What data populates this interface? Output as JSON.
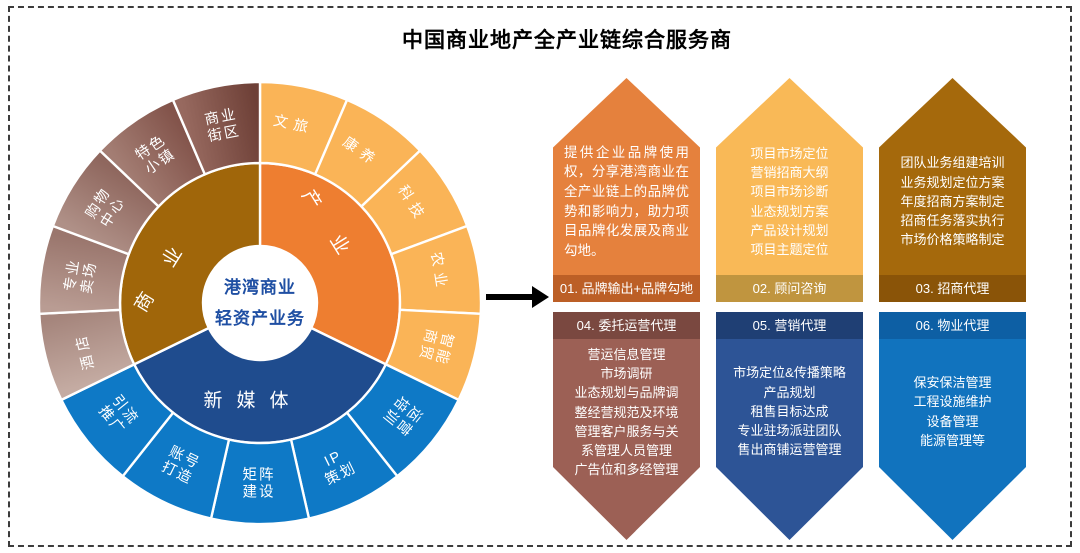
{
  "title": "中国商业地产全产业链综合服务商",
  "flow_arrow": {
    "direction": "right",
    "color": "#000000"
  },
  "donut": {
    "center_label": {
      "lines": [
        "港湾商业",
        "轻资产业务"
      ],
      "color": "#1F4FA3"
    },
    "inner_segments": [
      {
        "label": "产业",
        "a0": 0,
        "a1": 116,
        "rot": 58,
        "color": "#EE7E30",
        "spacing": 34
      },
      {
        "label": "新媒体",
        "a0": 116,
        "a1": 244,
        "rot": 0,
        "color": "#1F4C8E",
        "spacing": 14
      },
      {
        "label": "商业",
        "a0": 244,
        "a1": 360,
        "rot": -58,
        "color": "#A0660A",
        "spacing": 34
      }
    ],
    "outer_segments": [
      {
        "label": "文旅",
        "a0": 0,
        "a1": 23.2,
        "rot": 12,
        "color": "#FAB457",
        "spacing": 6
      },
      {
        "label": "康养",
        "a0": 23.2,
        "a1": 46.4,
        "rot": 35,
        "color": "#FAB457",
        "spacing": 6
      },
      {
        "label": "科技",
        "a0": 46.4,
        "a1": 69.6,
        "rot": 58,
        "color": "#FAB457",
        "spacing": 6
      },
      {
        "label": "农业",
        "a0": 69.6,
        "a1": 92.8,
        "rot": 81,
        "color": "#FAB457",
        "spacing": 6
      },
      {
        "label": "智能\n商贸",
        "a0": 92.8,
        "a1": 116,
        "rot": 104,
        "color": "#FAB457"
      },
      {
        "label": "运营\n培训",
        "a0": 116,
        "a1": 141.6,
        "rot": 129,
        "color": "#0E79C6"
      },
      {
        "label": "IP\n策划",
        "a0": 141.6,
        "a1": 167.2,
        "rot": -26,
        "color": "#0E79C6"
      },
      {
        "label": "矩阵\n建设",
        "a0": 167.2,
        "a1": 192.8,
        "rot": 0,
        "color": "#0E79C6"
      },
      {
        "label": "账号\n打造",
        "a0": 192.8,
        "a1": 218.4,
        "rot": 26,
        "color": "#0E79C6"
      },
      {
        "label": "引流\n推广",
        "a0": 218.4,
        "a1": 244,
        "rot": 51,
        "color": "#0E79C6"
      },
      {
        "label": "酒店",
        "a0": 244,
        "a1": 267.2,
        "rot": -104,
        "color": "#C4ABA2",
        "color2": "#A5857C",
        "spacing": 5
      },
      {
        "label": "专业\n卖场",
        "a0": 267.2,
        "a1": 290.4,
        "rot": -81,
        "color": "#B99C93",
        "color2": "#9A766D"
      },
      {
        "label": "购物\n中心",
        "a0": 290.4,
        "a1": 313.6,
        "rot": -58,
        "color": "#AF9087",
        "color2": "#8F675E"
      },
      {
        "label": "特色\n小镇",
        "a0": 313.6,
        "a1": 336.8,
        "rot": -34,
        "color": "#A37D73",
        "color2": "#83544B"
      },
      {
        "label": "商业\n街区",
        "a0": 336.8,
        "a1": 360,
        "rot": -11,
        "color": "#97695F",
        "color2": "#6E4037"
      }
    ]
  },
  "cards": [
    {
      "num_label": "01. 品牌输出+品牌勾地",
      "body": "提供企业品牌使用权，分享港湾商业在全产业链上的品牌优势和影响力，助力项目品牌化发展及商业勾地。",
      "body_color": "#E5813D",
      "label_color": "#BC5F26",
      "shape": "up"
    },
    {
      "num_label": "02. 顾问咨询",
      "body": [
        "项目市场定位",
        "营销招商大纲",
        "项目市场诊断",
        "业态规划方案",
        "产品设计规划",
        "项目主题定位"
      ],
      "body_color": "#F9B957",
      "label_color": "#C0953F",
      "shape": "up"
    },
    {
      "num_label": "03. 招商代理",
      "body": [
        "团队业务组建培训",
        "业务规划定位方案",
        "年度招商方案制定",
        "招商任务落实执行",
        "市场价格策略制定"
      ],
      "body_color": "#A5690C",
      "label_color": "#8A5408",
      "shape": "up"
    },
    {
      "num_label": "04. 委托运营代理",
      "body": [
        "营运信息管理",
        "市场调研",
        "业态规划与品牌调",
        "整经营规范及环境",
        "管理客户服务与关",
        "系管理人员管理",
        "广告位和多经管理"
      ],
      "body_color": "#9C6055",
      "label_color": "#7A4840",
      "shape": "down"
    },
    {
      "num_label": "05. 营销代理",
      "body": [
        "市场定位&传播策略",
        "产品规划",
        "租售目标达成",
        "专业驻场派驻团队",
        "售出商铺运营管理"
      ],
      "body_color": "#2D5496",
      "label_color": "#1F3F74",
      "shape": "down"
    },
    {
      "num_label": "06. 物业代理",
      "body": [
        "保安保洁管理",
        "工程设施维护",
        "设备管理",
        "能源管理等"
      ],
      "body_color": "#1173BE",
      "label_color": "#0D5FA4",
      "shape": "down"
    }
  ]
}
